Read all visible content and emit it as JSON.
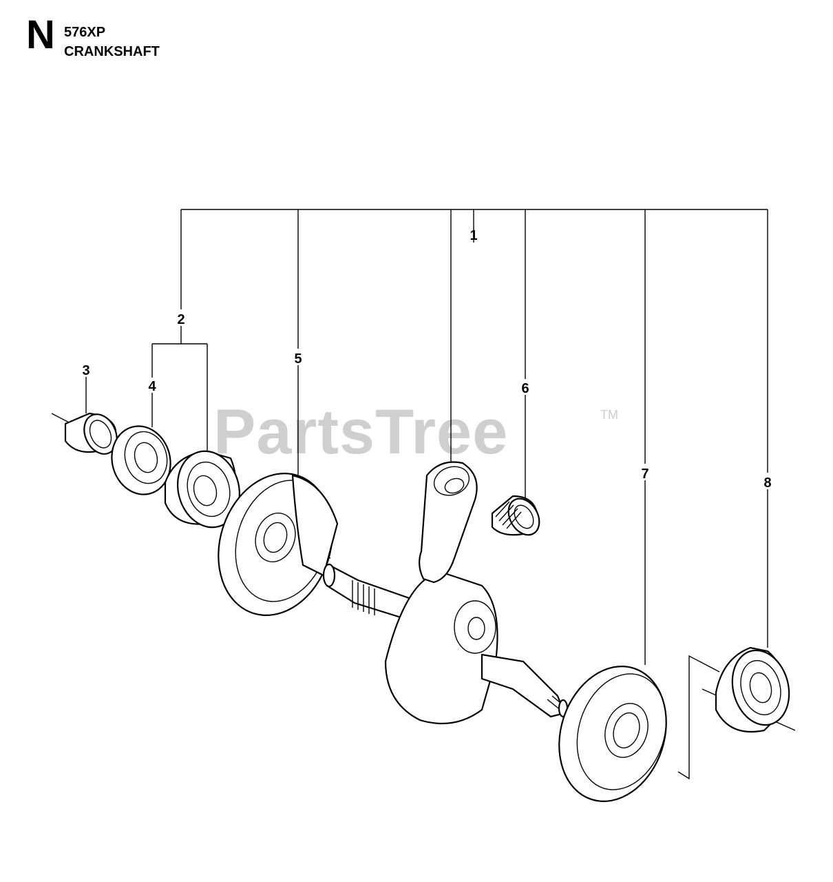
{
  "header": {
    "section_letter": "N",
    "model": "576XP",
    "title": "CRANKSHAFT"
  },
  "watermark": {
    "text": "PartsTree",
    "trademark": "TM"
  },
  "callouts": {
    "c1": "1",
    "c2": "2",
    "c3": "3",
    "c4": "4",
    "c5": "5",
    "c6": "6",
    "c7": "7",
    "c8": "8"
  }
}
